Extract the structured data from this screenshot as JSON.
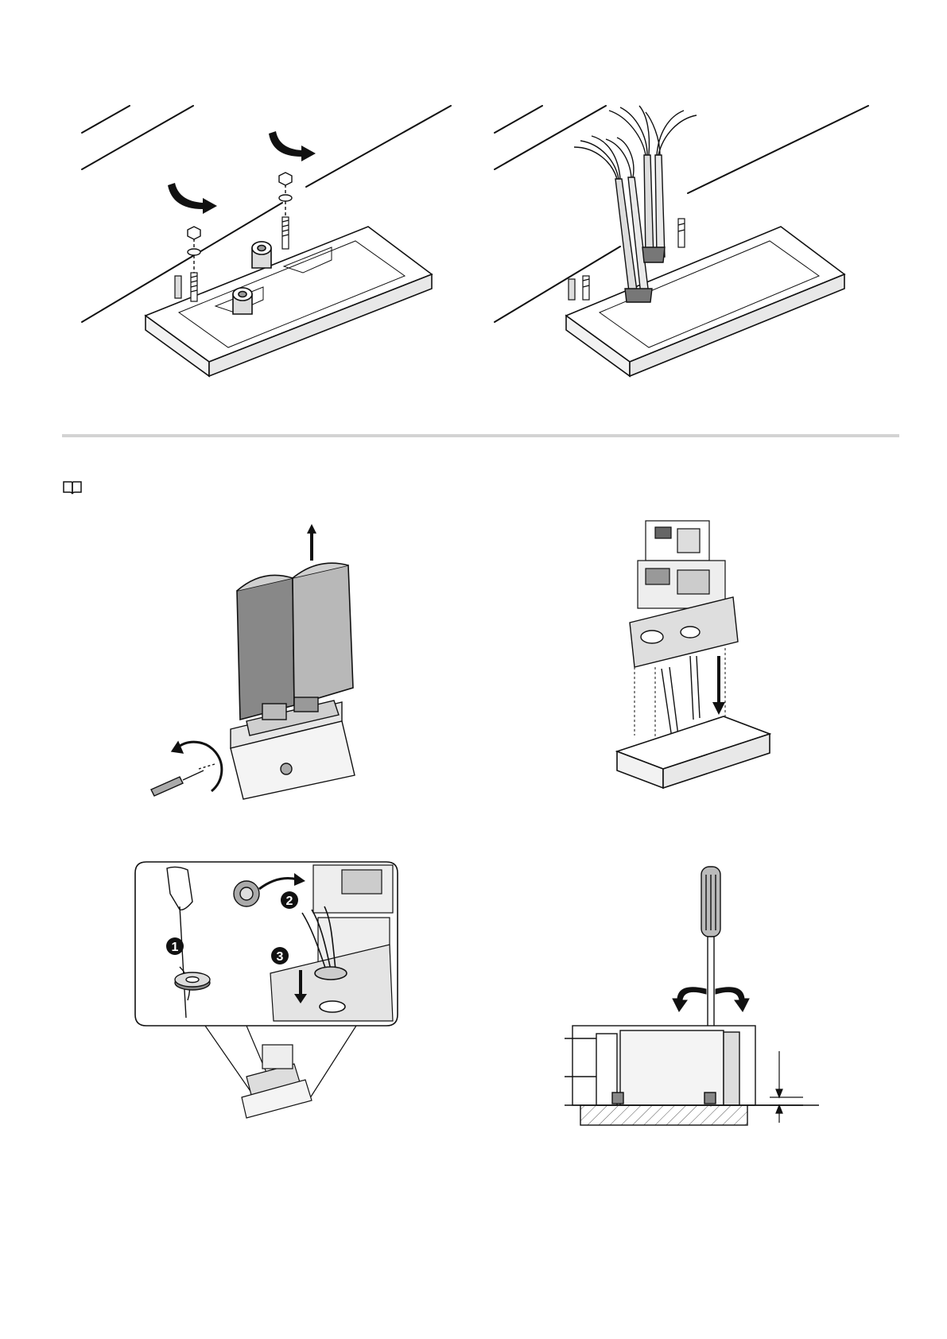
{
  "page": {
    "background": "#ffffff",
    "separator_color": "#d3d3d3"
  },
  "icons": {
    "manual": "open-book-icon"
  },
  "figures": {
    "fig1": {
      "name": "anchor-plate-bolts-figure"
    },
    "fig2": {
      "name": "anchor-plate-cables-figure"
    },
    "fig3": {
      "name": "remove-cover-figure"
    },
    "fig4": {
      "name": "position-motor-figure"
    },
    "fig5": {
      "name": "cable-grommet-figure",
      "steps": [
        "1",
        "2",
        "3"
      ]
    },
    "fig6": {
      "name": "height-adjust-figure"
    }
  }
}
